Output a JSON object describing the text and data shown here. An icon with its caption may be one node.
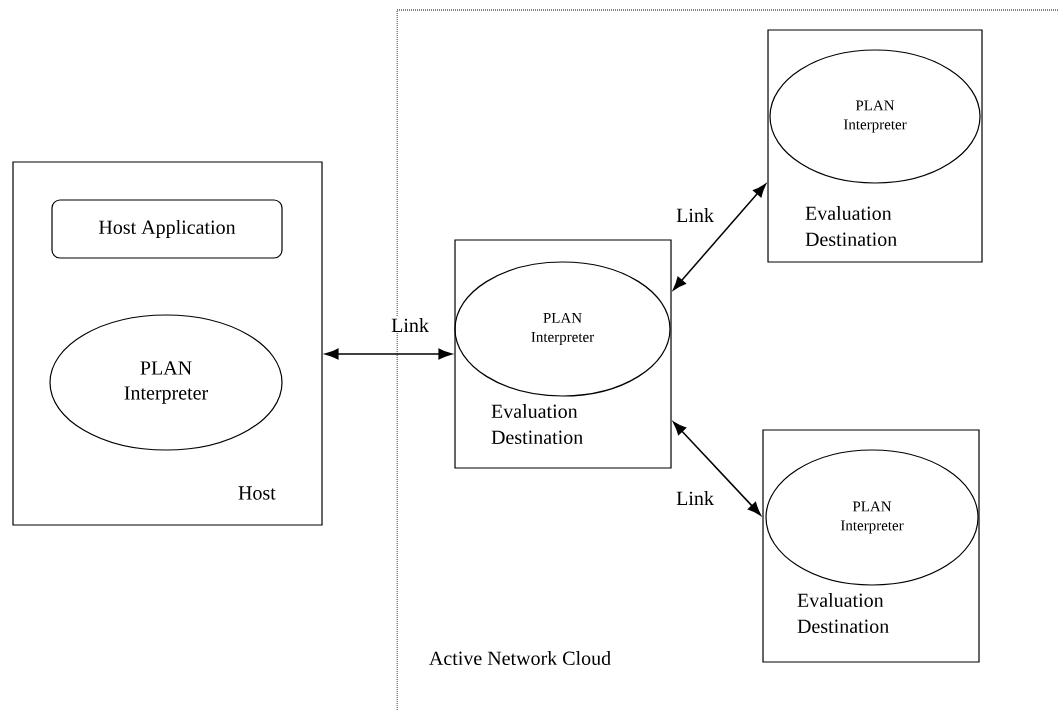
{
  "diagram": {
    "nodes": [
      {
        "text": [
          "Host"
        ]
      },
      {
        "text": [
          "Host Application"
        ],
        "in": 0
      },
      {
        "text": [
          "PLAN Interpreter"
        ],
        "in": 0
      },
      {
        "text": [
          "Active Network Cloud"
        ]
      },
      {
        "text": [
          "Evaluation Destination"
        ],
        "in": 3
      },
      {
        "text": [
          "PLAN Interpreter"
        ],
        "in": 4
      },
      {
        "text": [
          "Evaluation Destination"
        ],
        "in": 3
      },
      {
        "text": [
          "PLAN Interpreter"
        ],
        "in": 6
      },
      {
        "text": [
          "Evaluation Destination"
        ],
        "in": 3
      },
      {
        "text": [
          "PLAN Interpreter"
        ],
        "in": 8
      }
    ],
    "edges": [
      {
        "from": 0,
        "to": 4,
        "arrow": "both",
        "label": "Link"
      },
      {
        "from": 4,
        "to": 6,
        "arrow": "both",
        "label": "Link"
      },
      {
        "from": 4,
        "to": 8,
        "arrow": "both",
        "label": "Link"
      }
    ]
  }
}
